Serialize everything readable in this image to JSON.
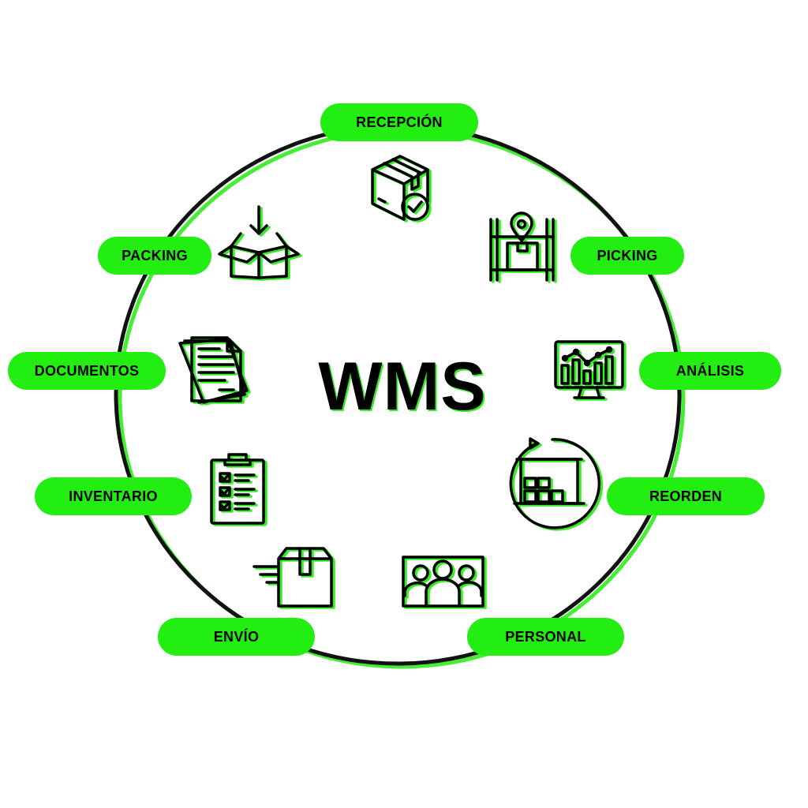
{
  "title": "WMS",
  "accent_color": "#22ee11",
  "nodes": {
    "recepcion": {
      "label": "RECEPCIÓN",
      "icon": "package-check-icon"
    },
    "picking": {
      "label": "PICKING",
      "icon": "rack-location-icon"
    },
    "analisis": {
      "label": "ANÁLISIS",
      "icon": "monitor-chart-icon"
    },
    "reorden": {
      "label": "REORDEN",
      "icon": "warehouse-cycle-icon"
    },
    "personal": {
      "label": "PERSONAL",
      "icon": "team-icon"
    },
    "envio": {
      "label": "ENVÍO",
      "icon": "shipping-box-icon"
    },
    "inventario": {
      "label": "INVENTARIO",
      "icon": "clipboard-checklist-icon"
    },
    "documentos": {
      "label": "DOCUMENTOS",
      "icon": "documents-icon"
    },
    "packing": {
      "label": "PACKING",
      "icon": "open-box-icon"
    }
  }
}
